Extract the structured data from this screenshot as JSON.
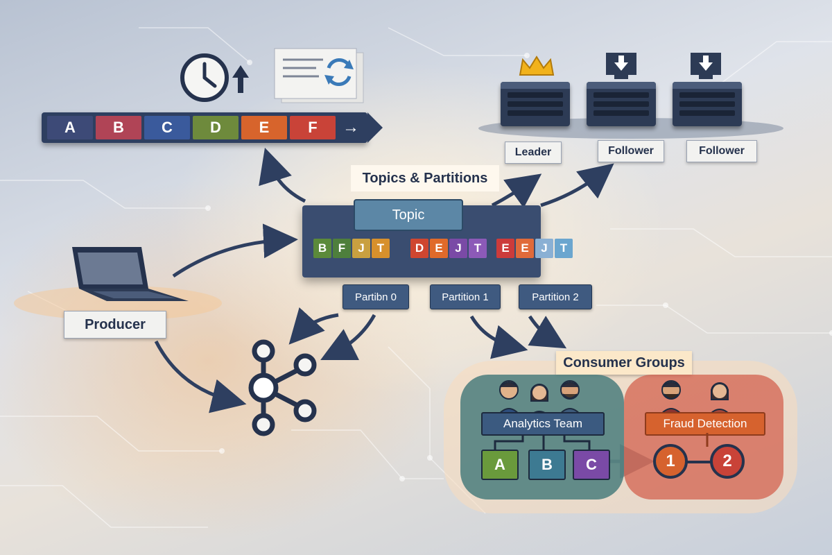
{
  "header": {
    "title": "Topics & Partitions"
  },
  "stream": {
    "messages": [
      {
        "label": "A",
        "color": "#3d4a77"
      },
      {
        "label": "B",
        "color": "#b04456"
      },
      {
        "label": "C",
        "color": "#3a5a9c"
      },
      {
        "label": "D",
        "color": "#6e8a3c"
      },
      {
        "label": "E",
        "color": "#d7642c"
      },
      {
        "label": "F",
        "color": "#c94338"
      }
    ],
    "arrow_glyph": "→"
  },
  "topic": {
    "label": "Topic",
    "cells": [
      {
        "label": "B",
        "color": "#5b8a3a"
      },
      {
        "label": "F",
        "color": "#4e7f3c"
      },
      {
        "label": "J",
        "color": "#c9a040"
      },
      {
        "label": "T",
        "color": "#d7902c"
      },
      {
        "label": "D",
        "color": "#cf4630"
      },
      {
        "label": "E",
        "color": "#e06a2a"
      },
      {
        "label": "J",
        "color": "#7a4aa6"
      },
      {
        "label": "T",
        "color": "#8c5ab8"
      },
      {
        "label": "E",
        "color": "#cc3b3b"
      },
      {
        "label": "E",
        "color": "#e06a3a"
      },
      {
        "label": "J",
        "color": "#8ab0d4"
      },
      {
        "label": "T",
        "color": "#6ba6cf"
      }
    ],
    "partitions": [
      "Partibn 0",
      "Partition 1",
      "Partition 2"
    ]
  },
  "brokers": [
    {
      "label": "Leader",
      "role_icon": "crown-icon"
    },
    {
      "label": "Follower",
      "role_icon": "download-icon"
    },
    {
      "label": "Follower",
      "role_icon": "download-icon"
    }
  ],
  "producer": {
    "label": "Producer"
  },
  "consumers": {
    "title": "Consumer Groups",
    "analytics": {
      "label": "Analytics Team",
      "items": [
        {
          "label": "A",
          "color": "#6a9a3c"
        },
        {
          "label": "B",
          "color": "#3d7a92"
        },
        {
          "label": "C",
          "color": "#7a4aa6"
        }
      ]
    },
    "fraud": {
      "label": "Fraud Detection",
      "nodes": [
        "1",
        "2"
      ]
    }
  },
  "colors": {
    "navy": "#25324d",
    "panel": "#3a4d70",
    "accent_orange": "#d7642c",
    "teal": "#4a7d7d",
    "coral": "#d25a46"
  }
}
